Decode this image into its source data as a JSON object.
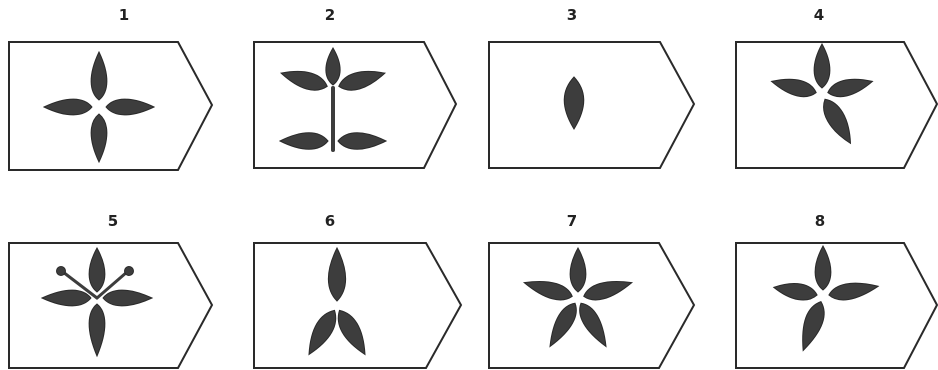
{
  "colors": {
    "leaf": "#3d3d3d",
    "outline": "#2a2a2a",
    "background": "#ffffff"
  },
  "cards": [
    {
      "number": "1",
      "leaves": 4,
      "pattern": "cross"
    },
    {
      "number": "2",
      "leaves": 5,
      "pattern": "pinnate-stem"
    },
    {
      "number": "3",
      "leaves": 1,
      "pattern": "single"
    },
    {
      "number": "4",
      "leaves": 4,
      "pattern": "asymmetric"
    },
    {
      "number": "5",
      "leaves": 4,
      "pattern": "cross-with-stamens"
    },
    {
      "number": "6",
      "leaves": 3,
      "pattern": "trefoil"
    },
    {
      "number": "7",
      "leaves": 5,
      "pattern": "star"
    },
    {
      "number": "8",
      "leaves": 4,
      "pattern": "asymmetric"
    }
  ]
}
